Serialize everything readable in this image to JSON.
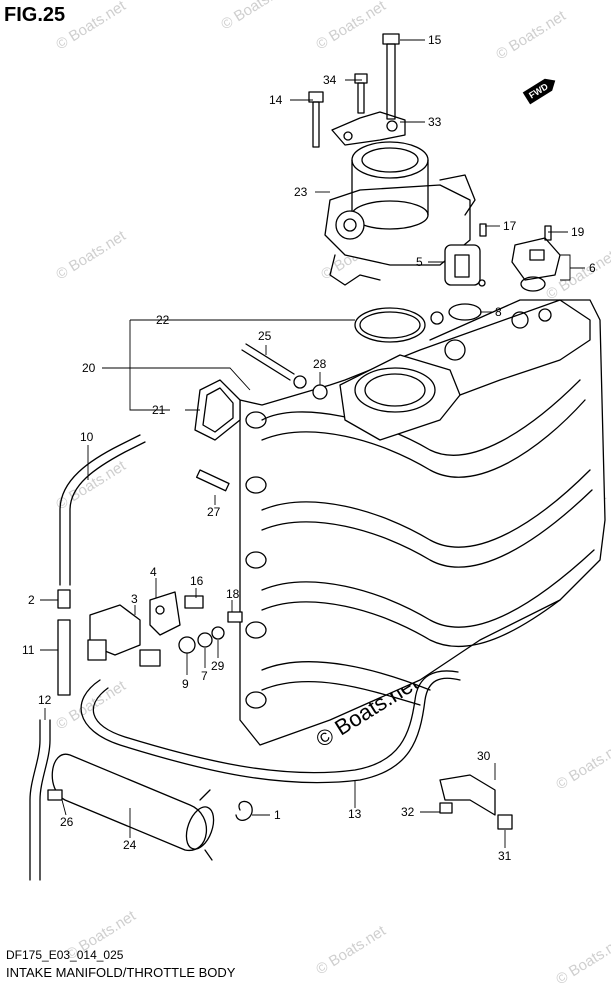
{
  "header": {
    "figure_label": "FIG.25"
  },
  "footer": {
    "drawing_code": "DF175_E03_014_025",
    "title": "INTAKE MANIFOLD/THROTTLE BODY"
  },
  "direction_badge": "FWD",
  "watermarks": {
    "small": "© Boats.net",
    "large": "© Boats.net"
  },
  "callouts": [
    {
      "id": "c1",
      "label": "1"
    },
    {
      "id": "c2",
      "label": "2"
    },
    {
      "id": "c3",
      "label": "3"
    },
    {
      "id": "c4",
      "label": "4"
    },
    {
      "id": "c5",
      "label": "5"
    },
    {
      "id": "c6",
      "label": "6"
    },
    {
      "id": "c7",
      "label": "7"
    },
    {
      "id": "c8",
      "label": "8"
    },
    {
      "id": "c9",
      "label": "9"
    },
    {
      "id": "c10",
      "label": "10"
    },
    {
      "id": "c11",
      "label": "11"
    },
    {
      "id": "c12",
      "label": "12"
    },
    {
      "id": "c13",
      "label": "13"
    },
    {
      "id": "c14",
      "label": "14"
    },
    {
      "id": "c15",
      "label": "15"
    },
    {
      "id": "c16",
      "label": "16"
    },
    {
      "id": "c17",
      "label": "17"
    },
    {
      "id": "c18",
      "label": "18"
    },
    {
      "id": "c19",
      "label": "19"
    },
    {
      "id": "c20",
      "label": "20"
    },
    {
      "id": "c21",
      "label": "21"
    },
    {
      "id": "c22",
      "label": "22"
    },
    {
      "id": "c23",
      "label": "23"
    },
    {
      "id": "c24",
      "label": "24"
    },
    {
      "id": "c25",
      "label": "25"
    },
    {
      "id": "c26",
      "label": "26"
    },
    {
      "id": "c27",
      "label": "27"
    },
    {
      "id": "c28",
      "label": "28"
    },
    {
      "id": "c29",
      "label": "29"
    },
    {
      "id": "c30",
      "label": "30"
    },
    {
      "id": "c31",
      "label": "31"
    },
    {
      "id": "c32",
      "label": "32"
    },
    {
      "id": "c33",
      "label": "33"
    },
    {
      "id": "c34",
      "label": "34"
    }
  ]
}
